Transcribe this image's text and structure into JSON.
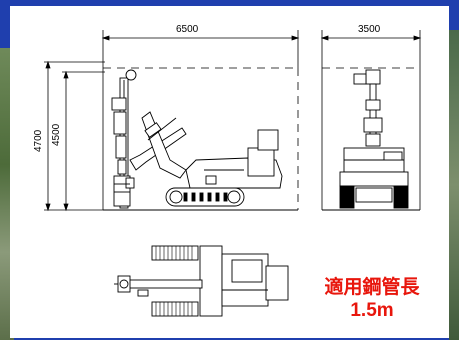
{
  "dimensions": {
    "overall_length": "6500",
    "rear_width": "3500",
    "overall_height": "4700",
    "mast_height": "4500"
  },
  "caption": {
    "line1": "適用鋼管長",
    "line2": "1.5m"
  },
  "colors": {
    "background": "#1f3fae",
    "sheet": "#ffffff",
    "caption": "#e8160c",
    "ink": "#000000"
  }
}
